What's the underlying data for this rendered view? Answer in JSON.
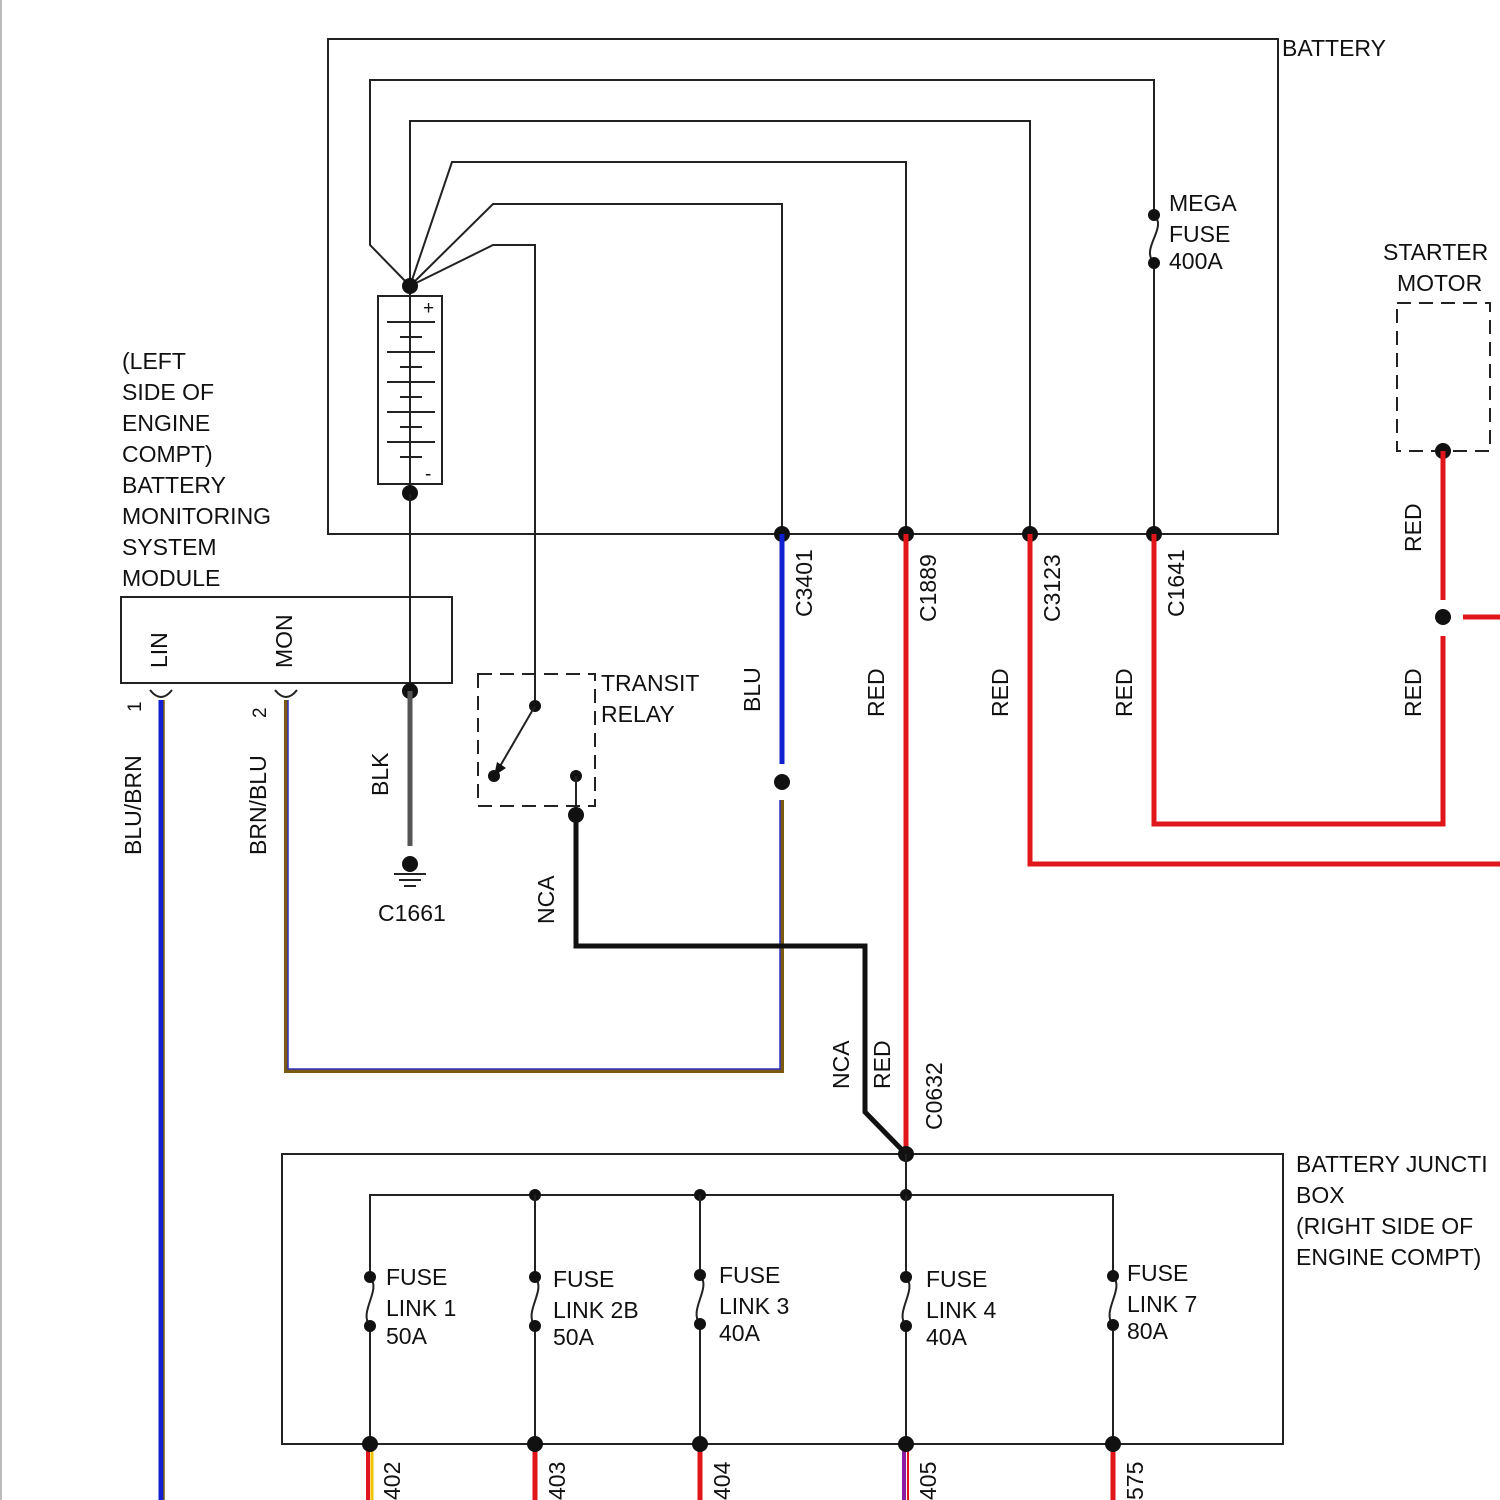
{
  "components": {
    "battery": "BATTERY",
    "mega_fuse": [
      "MEGA",
      "FUSE",
      "400A"
    ],
    "starter_motor": [
      "STARTER",
      "MOTOR"
    ],
    "bms_module": [
      "(LEFT",
      "SIDE OF",
      "ENGINE",
      "COMPT)",
      "BATTERY",
      "MONITORING",
      "SYSTEM",
      "MODULE"
    ],
    "transit_relay": [
      "TRANSIT",
      "RELAY"
    ],
    "battery_junction_box": [
      "BATTERY JUNCTI",
      "BOX",
      "(RIGHT SIDE OF",
      "ENGINE COMPT)"
    ]
  },
  "terminals": {
    "lin": "LIN",
    "mon": "MON",
    "pin1": "1",
    "pin2": "2",
    "plus": "+",
    "minus": "-"
  },
  "connectors": {
    "c3401": "C3401",
    "c1889": "C1889",
    "c3123": "C3123",
    "c1641": "C1641",
    "c1661": "C1661",
    "c0632": "C0632"
  },
  "wire_colors": {
    "blu_brn": "BLU/BRN",
    "brn_blu": "BRN/BLU",
    "blk": "BLK",
    "blu": "BLU",
    "red": "RED",
    "nca": "NCA"
  },
  "fuse_links": [
    {
      "name": "FUSE",
      "line2": "LINK 1",
      "rating": "50A",
      "connector": "402"
    },
    {
      "name": "FUSE",
      "line2": "LINK 2B",
      "rating": "50A",
      "connector": "403"
    },
    {
      "name": "FUSE",
      "line2": "LINK 3",
      "rating": "40A",
      "connector": "404"
    },
    {
      "name": "FUSE",
      "line2": "LINK 4",
      "rating": "40A",
      "connector": "405"
    },
    {
      "name": "FUSE",
      "line2": "LINK 7",
      "rating": "80A",
      "connector": "575"
    }
  ],
  "colors": {
    "red": "#e0161b",
    "blue": "#1020d0",
    "black": "#111111",
    "gray": "#555555",
    "brown": "#7a5a10",
    "purple": "#8a1fa0",
    "yellow": "#f2c200"
  }
}
